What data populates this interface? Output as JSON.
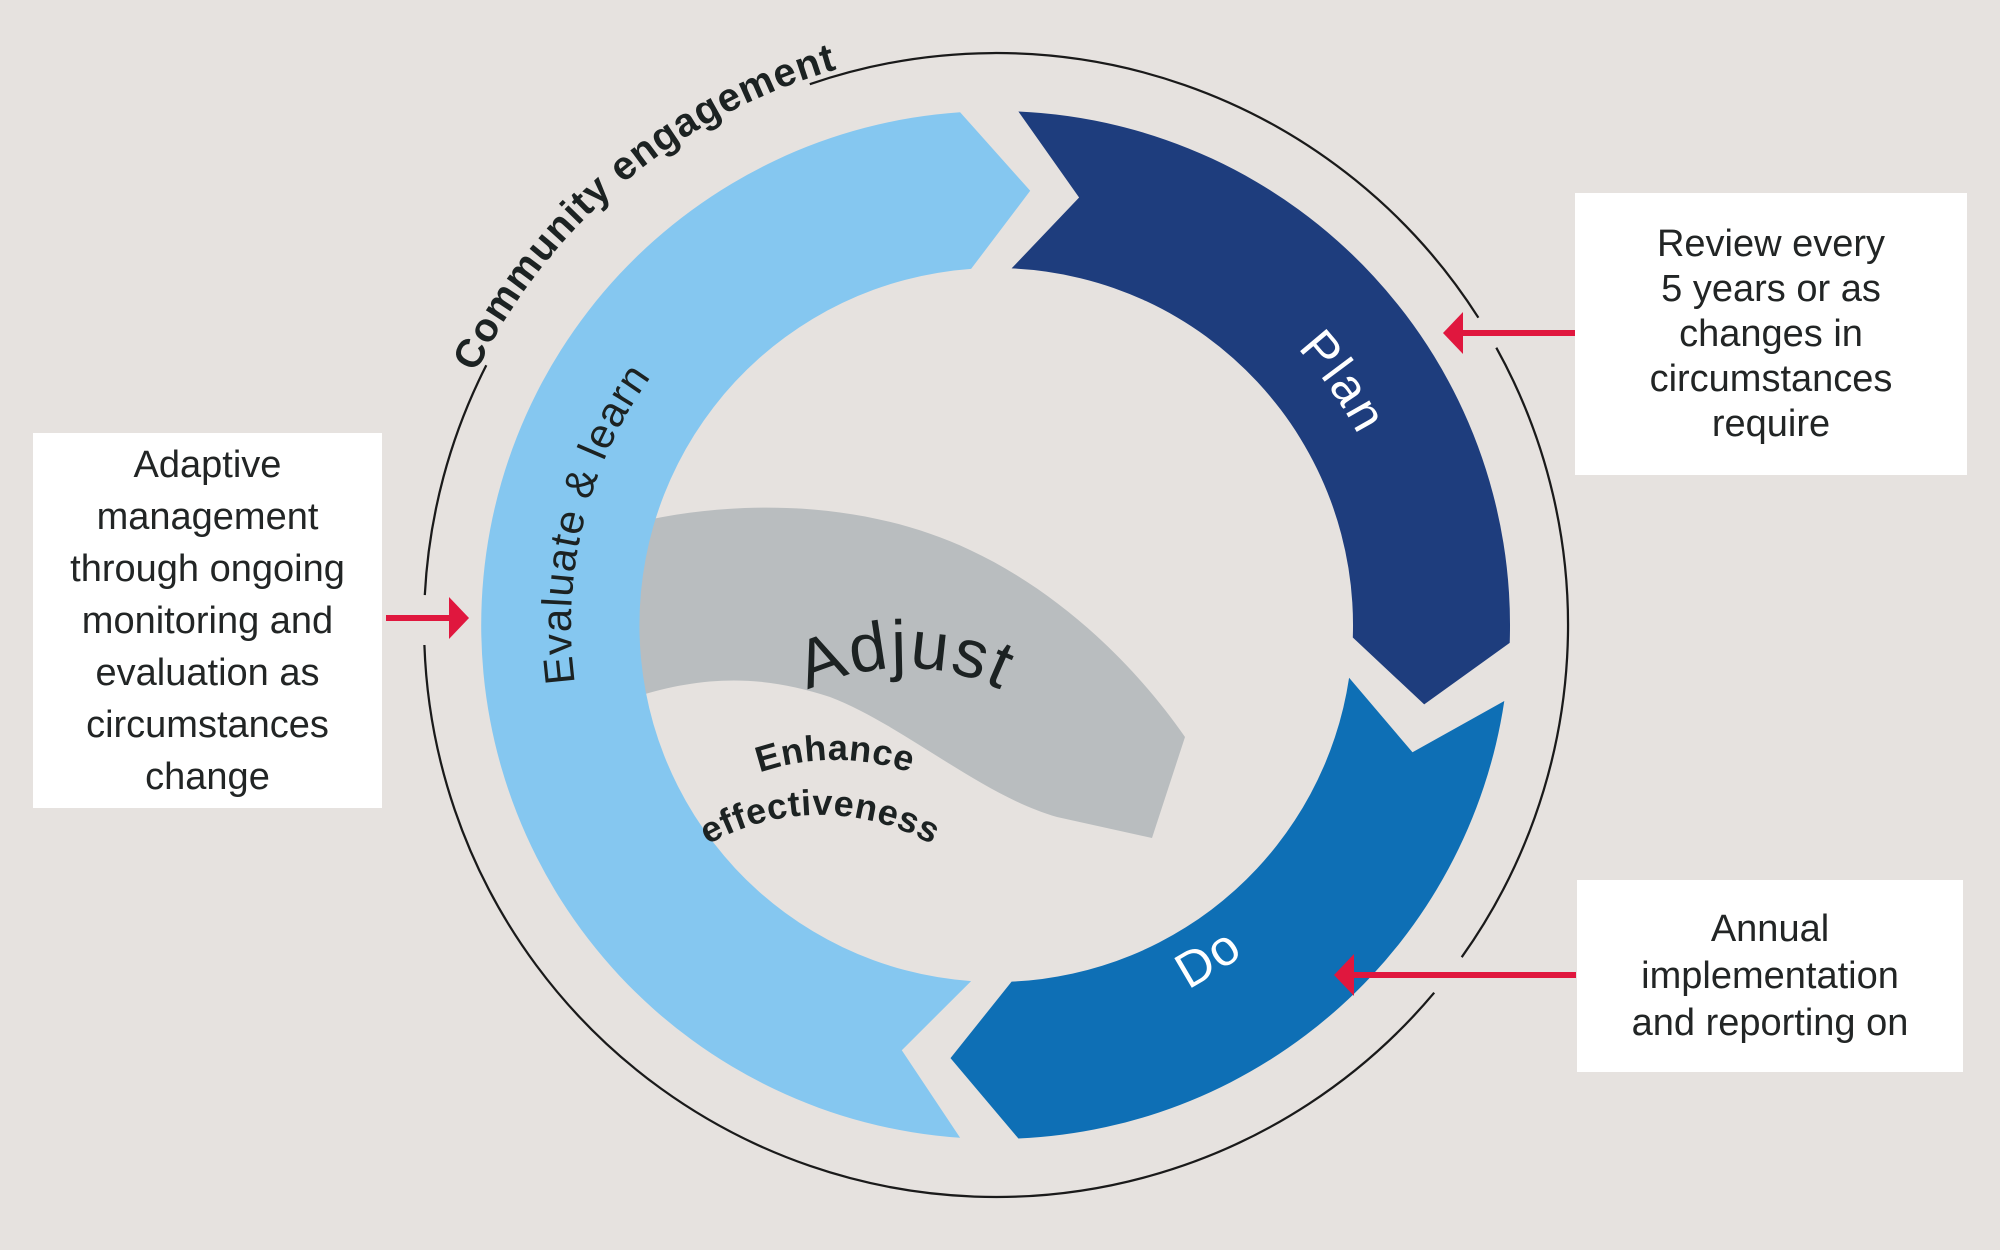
{
  "diagram": {
    "outer_label": "Community engagement",
    "segments": [
      {
        "id": "plan",
        "label": "Plan"
      },
      {
        "id": "do",
        "label": "Do"
      },
      {
        "id": "evaluate",
        "label": "Evaluate & learn"
      }
    ],
    "center_arrow": {
      "label": "Adjust",
      "sub_line1": "Enhance",
      "sub_line2": "effectiveness"
    }
  },
  "callouts": {
    "left": {
      "lines": [
        "Adaptive",
        "management",
        "through ongoing",
        "monitoring and",
        "evaluation as",
        "circumstances",
        "change"
      ]
    },
    "top_right": {
      "lines": [
        "Review every",
        "5 years or as",
        "changes in",
        "circumstances",
        "require"
      ]
    },
    "bottom_right": {
      "lines": [
        "Annual",
        "implementation",
        "and reporting on"
      ]
    }
  },
  "colors": {
    "background": "#e6e2df",
    "plan_navy": "#1e3d7d",
    "do_blue": "#0e6fb5",
    "evaluate_light_blue": "#85c7f0",
    "adjust_gray": "#b9bdbf",
    "arrow_red": "#e0173e",
    "outline_black": "#1a1a1a",
    "text_dark": "#1c2222",
    "callout_bg": "#ffffff"
  }
}
